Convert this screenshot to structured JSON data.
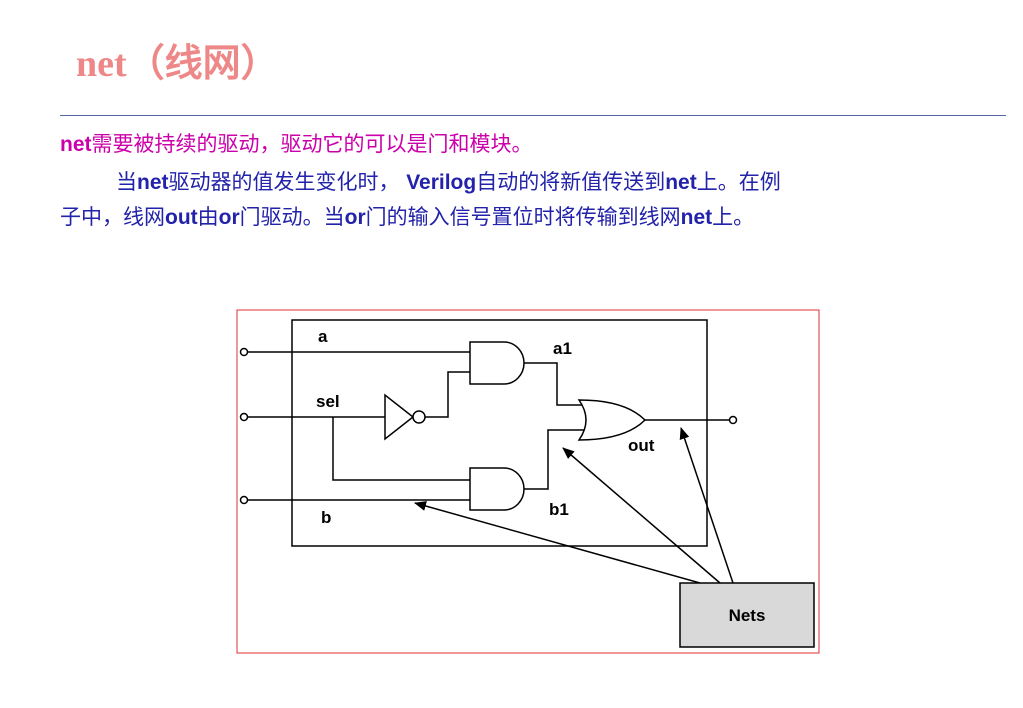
{
  "slide": {
    "title": "net（线网）",
    "colors": {
      "title": "#ee8888",
      "line1": "#cc00aa",
      "body": "#2222aa",
      "rule": "#5566aa",
      "frame": "#e03030"
    },
    "paragraph1": {
      "kw_net": "net",
      "text": "需要被持续的驱动，驱动它的可以是门和模块。"
    },
    "paragraph2": {
      "s1": "当",
      "kw_net1": "net",
      "s2": "驱动器的值发生变化时，",
      "kw_verilog": "Verilog",
      "s3": "自动的将新值传送到",
      "kw_net2": "net",
      "s4": "上。在例",
      "s5": "子中，线网",
      "kw_out": "out",
      "s6": "由",
      "kw_or1": "or",
      "s7": "门驱动。当",
      "kw_or2": "or",
      "s8": "门的输入信号置位时将传输到线网",
      "kw_net3": "net",
      "s9": "上。"
    }
  },
  "diagram": {
    "labels": {
      "a": "a",
      "sel": "sel",
      "b": "b",
      "a1": "a1",
      "b1": "b1",
      "out": "out",
      "nets": "Nets"
    }
  }
}
